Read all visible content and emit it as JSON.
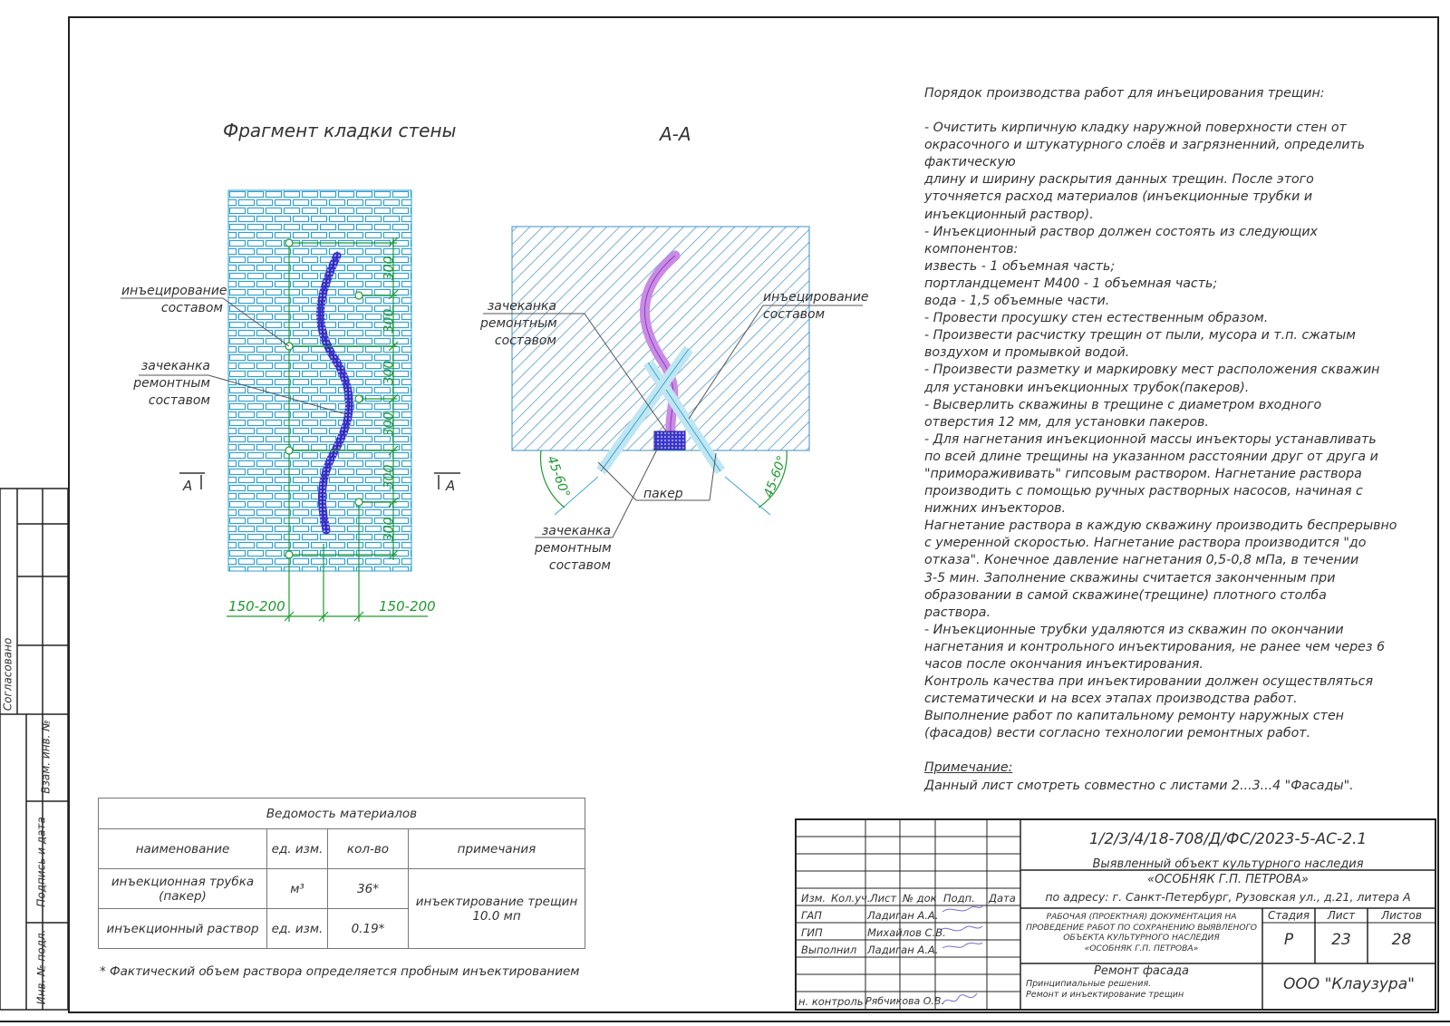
{
  "drawing": {
    "fragment_title": "Фрагмент кладки стены",
    "section_title": "А-А",
    "section_marker": "А",
    "labels": {
      "injection_left": [
        "инъецирование",
        "составом"
      ],
      "caulking_left": [
        "зачеканка",
        "ремонтным",
        "составом"
      ],
      "caulking_section": [
        "зачеканка",
        "ремонтным",
        "составом"
      ],
      "injection_section": [
        "инъецирование",
        "составом"
      ],
      "packer": "пакер",
      "caulking_bottom": [
        "зачеканка",
        "ремонтным",
        "составом"
      ]
    },
    "dims": {
      "spacing": [
        "300",
        "300",
        "300",
        "300",
        "300",
        "300"
      ],
      "left_width": "150-200",
      "right_width": "150-200",
      "angle_left": "45-60°",
      "angle_right": "45-60°"
    }
  },
  "notes": {
    "heading": "Порядок производства работ для инъецирования трещин:",
    "lines": [
      "- Очистить кирпичную кладку наружной поверхности стен от",
      "окрасочного и штукатурного слоёв и загрязненний, определить",
      "фактическую",
      "длину и ширину раскрытия данных трещин. После этого",
      "уточняется расход материалов (инъекционные трубки и",
      "инъекционный раствор).",
      "- Инъекционный раствор должен состоять из следующих",
      "компонентов:",
      " известь - 1 объемная часть;",
      " портландцемент М400 - 1 объемная часть;",
      " вода - 1,5 объемные части.",
      "- Провести просушку стен естественным образом.",
      "- Произвести расчистку трещин от пыли, мусора и т.п. сжатым",
      "воздухом и промывкой водой.",
      "- Произвести разметку и маркировку мест расположения скважин",
      "для установки инъекционных трубок(пакеров).",
      "- Высверлить скважины в трещине с диаметром входного",
      "отверстия 12 мм, для установки пакеров.",
      "- Для нагнетания инъекционной массы инъекторы устанавливать",
      "по всей длине трещины на указанном расстоянии друг от друга и",
      "\"приморажививать\" гипсовым раствором. Нагнетание раствора",
      "производить с помощью ручных растворных насосов, начиная с",
      "нижних инъекторов.",
      "Нагнетание раствора в каждую скважину производить беспрерывно",
      "с умеренной скоростью. Нагнетание раствора производится \"до",
      "отказа\". Конечное давление нагнетания 0,5-0,8 мПа, в течении",
      "3-5 мин. Заполнение скважины считается законченным при",
      "образовании в самой скважине(трещине) плотного столба",
      "раствора.",
      "- Инъекционные трубки удаляются из скважин по окончании",
      "нагнетания и контрольного инъектирования, не ранее чем через 6",
      "часов после окончания инъектирования.",
      "Контроль качества при инъектировании должен осуществляться",
      "систематически и на всех этапах производства работ.",
      "Выполнение работ по капитальному ремонту наружных стен",
      "(фасадов) вести согласно технологии ремонтных работ."
    ],
    "note_heading": "Примечание:",
    "note_text": "Данный лист смотреть совместно с листами 2...3...4 \"Фасады\"."
  },
  "materials": {
    "title": "Ведомость материалов",
    "headers": [
      "наименование",
      "ед. изм.",
      "кол-во",
      "примечания"
    ],
    "rows": [
      {
        "name": "инъекционная трубка (пакер)",
        "unit": "м³",
        "qty": "36*"
      },
      {
        "name": "инъекционный раствор",
        "unit": "ед. изм.",
        "qty": "0.19*"
      }
    ],
    "remark": "инъектирование трещин 10.0 мп",
    "footnote": "* Фактический объем раствора определяется пробным инъектированием"
  },
  "side_stamp": {
    "agreed": "Согласовано",
    "inv_replace": "Взам. инв. №",
    "sign_date": "Подпись и дата",
    "inv_orig": "Инв. № подл."
  },
  "title_block": {
    "code": "1/2/3/4/18-708/Д/ФС/2023-5-АС-2.1",
    "object_line1": "Выявленный объект культурного наследия",
    "object_line2": "«ОСОБНЯК Г.П. ПЕТРОВА»",
    "address": "по адресу: г. Санкт-Петербург, Рузовская ул., д.21, литера А",
    "col_headers": [
      "Изм.",
      "Кол.уч.",
      "Лист",
      "№ док",
      "Подп.",
      "Дата"
    ],
    "people": [
      {
        "role": "ГАП",
        "name": "Ладиган А.А."
      },
      {
        "role": "ГИП",
        "name": "Михайлов С.В."
      },
      {
        "role": "Выполнил",
        "name": "Ладиган А.А."
      }
    ],
    "controller_role": "н. контроль",
    "controller_name": "Рябчикова О.В.",
    "doc_desc": [
      "РАБОЧАЯ (ПРОЕКТНАЯ) ДОКУМЕНТАЦИЯ НА",
      "ПРОВЕДЕНИЕ РАБОТ ПО СОХРАНЕНИЮ ВЫЯВЛЕНОГО",
      "ОБЪЕКТА КУЛЬТУРНОГО НАСЛЕДИЯ",
      "«ОСОБНЯК Г.П. ПЕТРОВА»"
    ],
    "stage_label": "Стадия",
    "sheet_label": "Лист",
    "sheets_label": "Листов",
    "stage": "Р",
    "sheet": "23",
    "sheets": "28",
    "section_title": "Ремонт фасада",
    "section_desc": [
      "Принципиальные решения.",
      "Ремонт и инъектирование трещин"
    ],
    "company": "ООО \"Клаузура\""
  }
}
